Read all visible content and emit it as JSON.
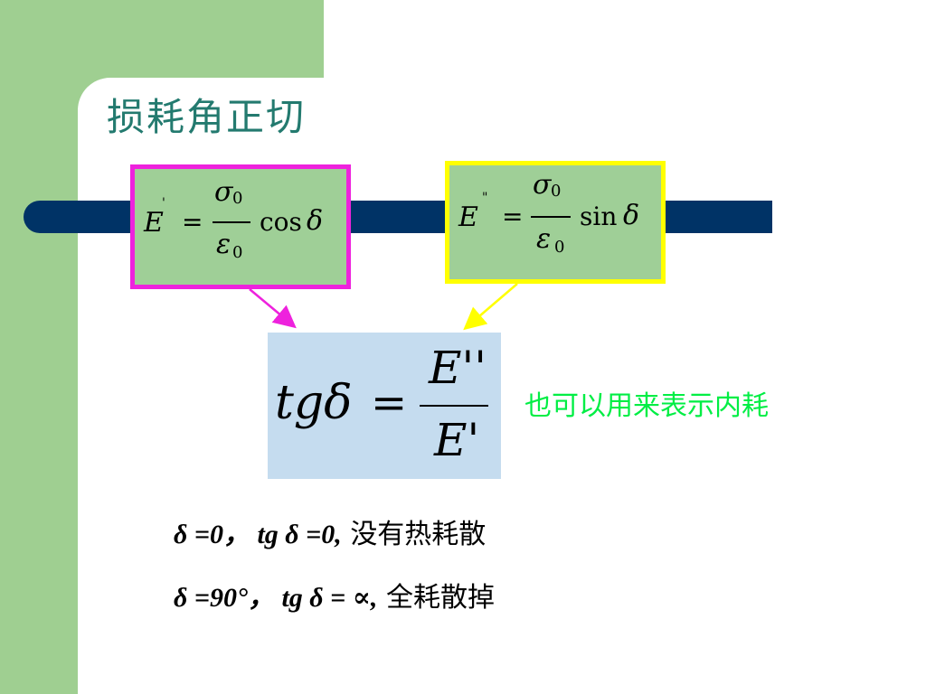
{
  "title": "损耗角正切",
  "colors": {
    "green": "#9fcf91",
    "bar": "#003366",
    "magenta": "#ee22dd",
    "yellow": "#ffff00",
    "note": "#00ee44"
  },
  "formula1": {
    "lhs": "E",
    "prime": "'",
    "eq": "=",
    "num": "σ",
    "num_sub": "0",
    "den": "ε",
    "den_sub": "0",
    "func": "cos",
    "var": "δ"
  },
  "formula2": {
    "lhs": "E",
    "prime": "\"",
    "eq": "=",
    "num": "σ",
    "num_sub": "0",
    "den": "ε",
    "den_sub": "0",
    "func": "sin",
    "var": "δ"
  },
  "formula3": {
    "lhs": "tgδ",
    "eq": "=",
    "num": "E''",
    "den": "E'"
  },
  "note": "也可以用来表示内耗",
  "line1": {
    "math": "δ =0， tg δ =0,",
    "text": "没有热耗散"
  },
  "line2": {
    "math": "δ =90°， tg δ = ∝,",
    "text": "全耗散掉"
  }
}
